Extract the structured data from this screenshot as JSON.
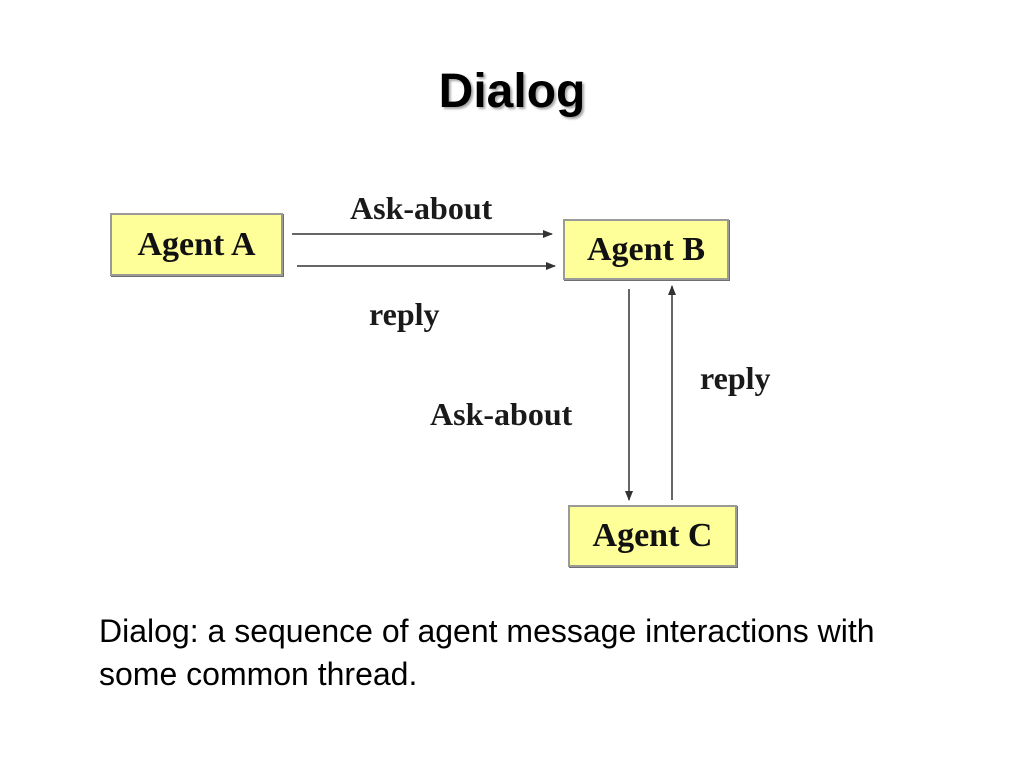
{
  "slide": {
    "title": "Dialog",
    "caption": "Dialog: a sequence of agent message interactions with some common thread."
  },
  "diagram": {
    "nodes": {
      "agent_a": "Agent A",
      "agent_b": "Agent B",
      "agent_c": "Agent C"
    },
    "edges": [
      {
        "from": "agent_a",
        "to": "agent_b",
        "label": "Ask-about"
      },
      {
        "from": "agent_a",
        "to": "agent_b",
        "label": "reply"
      },
      {
        "from": "agent_b",
        "to": "agent_c",
        "label": "Ask-about"
      },
      {
        "from": "agent_c",
        "to": "agent_b",
        "label": "reply"
      }
    ],
    "colors": {
      "box_fill": "#ffff99",
      "box_border": "#9a9a9a",
      "arrow": "#333333"
    }
  }
}
